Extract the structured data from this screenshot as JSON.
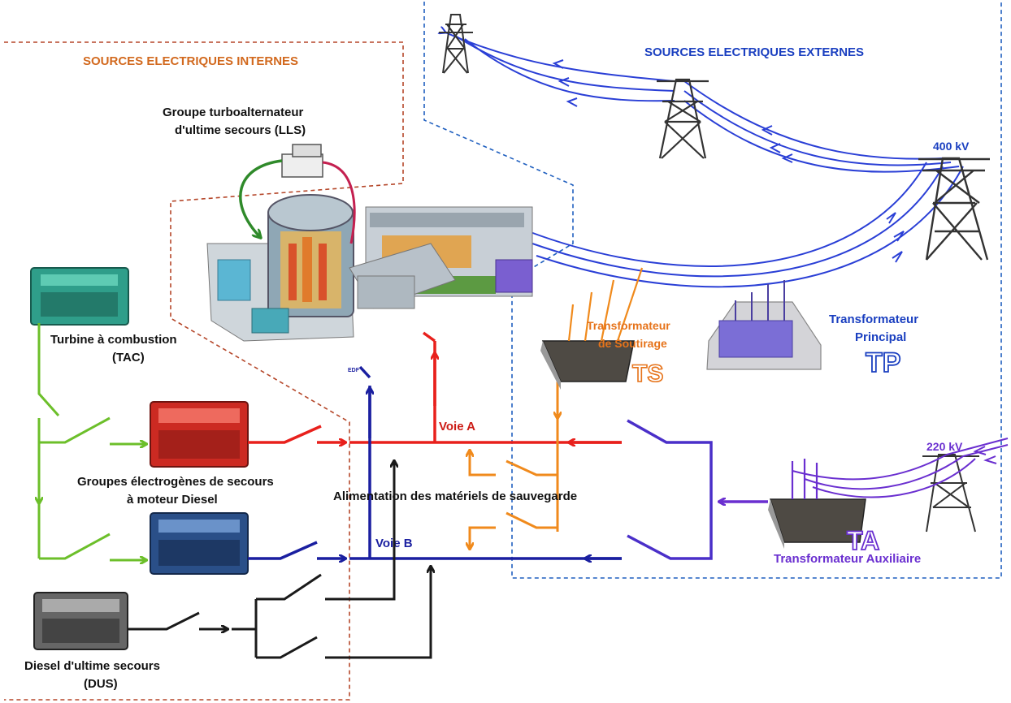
{
  "titles": {
    "internal": "SOURCES ELECTRIQUES INTERNES",
    "external": "SOURCES ELECTRIQUES EXTERNES"
  },
  "labels": {
    "lls_line1": "Groupe turboalternateur",
    "lls_line2": "d'ultime secours (LLS)",
    "tac_line1": "Turbine à combustion",
    "tac_line2": "(TAC)",
    "diesel_line1": "Groupes électrogènes de secours",
    "diesel_line2": "à moteur Diesel",
    "dus_line1": "Diesel d'ultime secours",
    "dus_line2": "(DUS)",
    "ts_line1": "Transformateur",
    "ts_line2": "de Soutirage",
    "ts_abbr": "TS",
    "tp_line1": "Transformateur",
    "tp_line2": "Principal",
    "tp_abbr": "TP",
    "ta_abbr": "TA",
    "ta_name": "Transformateur Auxiliaire",
    "kv400": "400 kV",
    "kv220": "220 kV",
    "voie_a": "Voie A",
    "voie_b": "Voie B",
    "alimentation": "Alimentation des matériels de sauvegarde",
    "edf": "EDF"
  },
  "colors": {
    "internal_border": "#b5472a",
    "external_border": "#1f5fbf",
    "internal_title": "#d2691e",
    "external_title": "#1a3fc0",
    "voie_a": "#e8201c",
    "voie_b": "#1a1fa0",
    "orange": "#f08a1c",
    "green": "#6cbf2a",
    "black": "#1a1a1a",
    "purple": "#6a2fd0",
    "blue_line": "#2a3fd6"
  }
}
